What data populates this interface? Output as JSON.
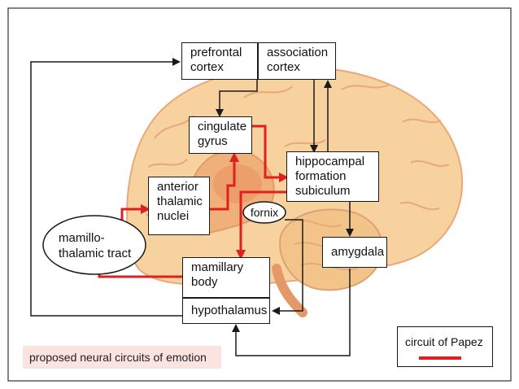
{
  "nodes": {
    "prefrontal": "prefrontal\ncortex",
    "association": "association\ncortex",
    "cingulate": "cingulate\ngyrus",
    "hippocampal": "hippocampal\nformation\nsubiculum",
    "anterior_thalamic": "anterior\nthalamic\nnuclei",
    "fornix": "fornix",
    "mamillothalamic": "mamillo-\nthalamic tract",
    "mamillary": "mamillary\nbody",
    "hypothalamus": "hypothalamus",
    "amygdala": "amygdala"
  },
  "caption": "proposed neural circuits of emotion",
  "legend": {
    "label": "circuit of Papez"
  },
  "colors": {
    "papez": "#e02020",
    "connection": "#1a1a1a",
    "brain": "#f7d29e",
    "brain_outline": "#e9a87a"
  }
}
